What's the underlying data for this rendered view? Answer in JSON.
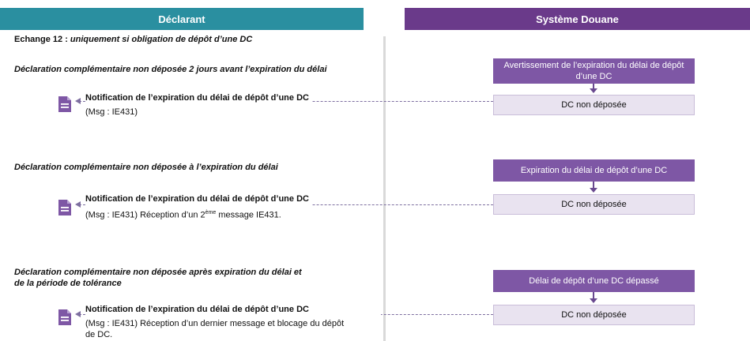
{
  "headers": {
    "left": "Déclarant",
    "right": "Système Douane"
  },
  "intro": {
    "prefix": "Echange 12 : ",
    "text": "uniquement si obligation de dépôt d’une DC"
  },
  "sections": [
    {
      "title": "Déclaration complémentaire non déposée 2 jours avant l’expiration du délai",
      "notification": "Notification de l’expiration du délai de dépôt d’une DC",
      "msg": "(Msg : IE431)",
      "msg_extra": "",
      "trigger_box": "Avertissement de l’expiration du délai de dépôt d’une DC",
      "status_box": "DC non déposée"
    },
    {
      "title": "Déclaration complémentaire non déposée à l’expiration du délai",
      "notification": "Notification de l’expiration du délai de dépôt d’une DC",
      "msg": "(Msg : IE431) Réception d’un 2",
      "msg_sup": "ème",
      "msg_extra": " message IE431.",
      "trigger_box": "Expiration du délai de dépôt d’une DC",
      "status_box": "DC non déposée"
    },
    {
      "title_line1": "Déclaration complémentaire non déposée après expiration du délai et",
      "title_line2": "de la période de tolérance",
      "notification": "Notification de l’expiration du délai de dépôt d’une DC",
      "msg_line1": "(Msg : IE431) Réception d’un dernier message et blocage du dépôt",
      "msg_line2": "de DC.",
      "trigger_box": "Délai de dépôt d’une DC dépassé",
      "status_box": "DC non déposée"
    }
  ],
  "icon": "document-icon"
}
